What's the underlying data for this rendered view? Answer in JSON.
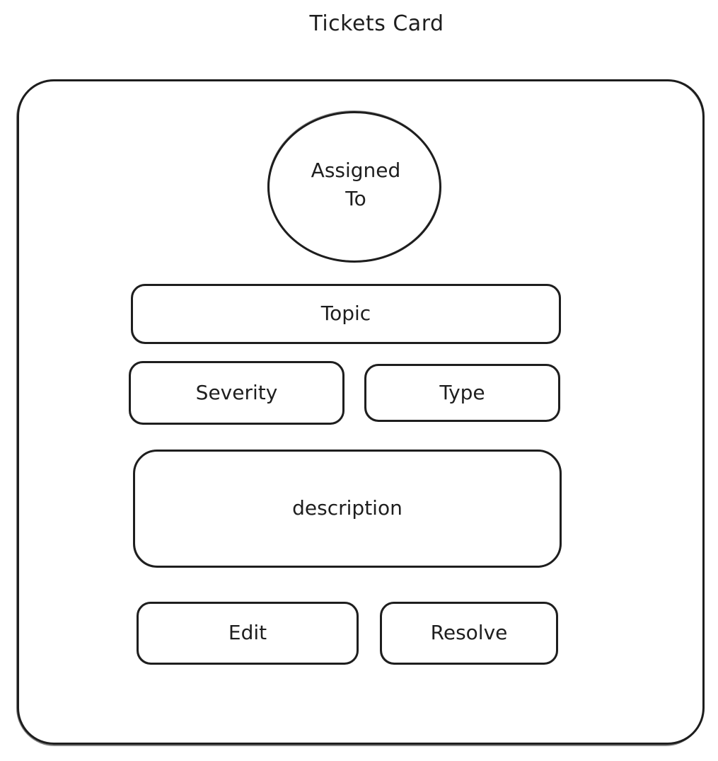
{
  "title": "Tickets Card",
  "card": {
    "assigned_to": "Assigned\nTo",
    "topic": "Topic",
    "severity": "Severity",
    "type": "Type",
    "description": "description",
    "edit_label": "Edit",
    "resolve_label": "Resolve"
  },
  "colors": {
    "stroke": "#1e1e1e",
    "background": "#ffffff"
  }
}
